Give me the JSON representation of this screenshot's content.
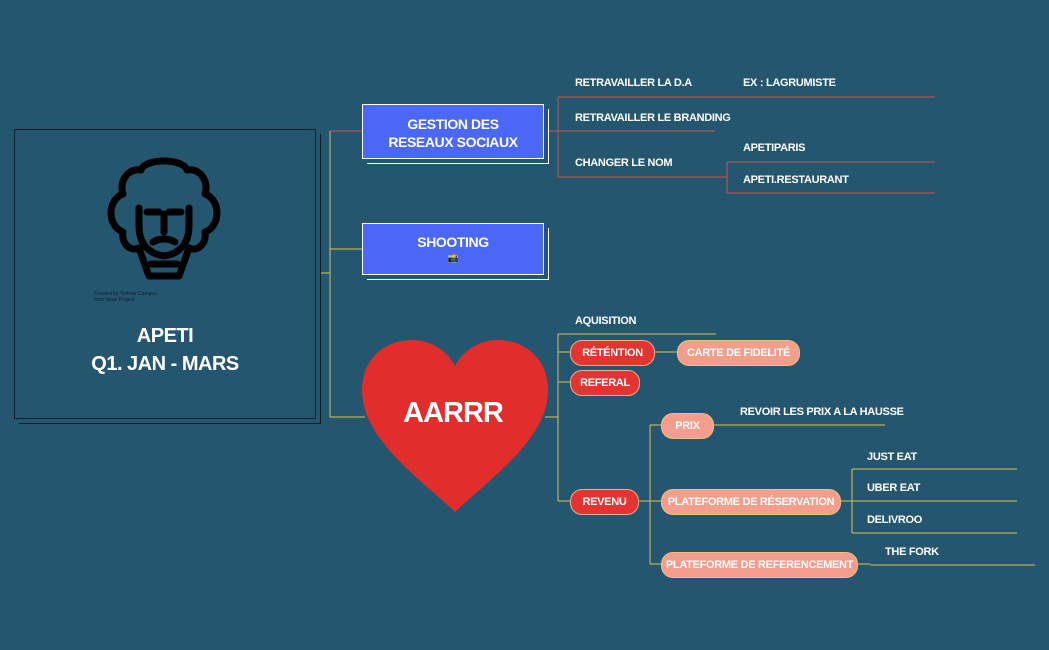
{
  "root": {
    "title_line1": "APETI",
    "title_line2": "Q1. JAN - MARS",
    "credit_line1": "Created by Yorlmar Campos",
    "credit_line2": "from Noun Project",
    "icon": "bearded-man-icon"
  },
  "gestion": {
    "label_line1": "GESTION DES",
    "label_line2": "RESEAUX SOCIAUX",
    "children": {
      "retravailler_da": "RETRAVAILLER LA D.A",
      "ex_lagrumiste": "EX : LAGRUMISTE",
      "retravailler_branding": "RETRAVAILLER LE BRANDING",
      "changer_nom": "CHANGER LE NOM",
      "apetiparis": "APETIPARIS",
      "apetirestaurant": "APETI.RESTAURANT"
    }
  },
  "shooting": {
    "label": "SHOOTING",
    "emoji": "📸"
  },
  "aarrr": {
    "label": "AARRR",
    "aquisition": "AQUISITION",
    "retention": "RÉTÉNTION",
    "carte_fidelite": "CARTE DE FIDELITÉ",
    "referal": "REFERAL",
    "revenu": "REVENU",
    "prix": "PRIX",
    "revoir_prix": "REVOIR LES PRIX A LA HAUSSE",
    "plateforme_reservation": "PLATEFORME DE RÉSERVATION",
    "just_eat": "JUST EAT",
    "uber_eat": "UBER EAT",
    "delivroo": "DELIVROO",
    "plateforme_referencement": "PLATEFORME DE REFERENCEMENT",
    "the_fork": "THE FORK"
  },
  "colors": {
    "background": "#24566f",
    "blue_box": "#4a67f7",
    "heart": "#e22d2d",
    "red_pill": "#e33431",
    "pink_pill": "#f39d8c",
    "connector_top": "#c9564e",
    "connector_bottom": "#d8c455"
  }
}
